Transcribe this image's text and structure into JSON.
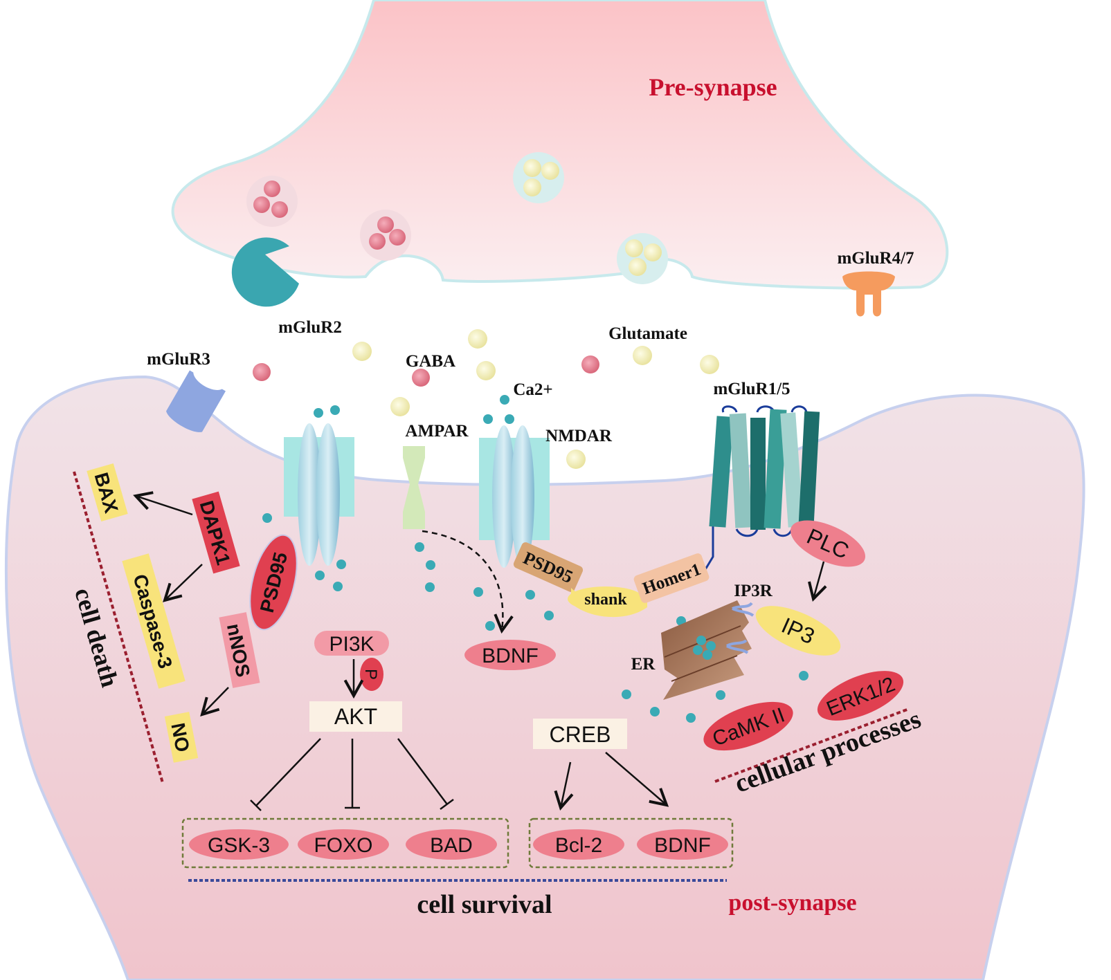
{
  "regions": {
    "pre": "Pre-synapse",
    "post": "post-synapse"
  },
  "receptors": {
    "mglur2": "mGluR2",
    "mglur3": "mGluR3",
    "mglur47": "mGluR4/7",
    "mglur15": "mGluR1/5",
    "ampar": "AMPAR",
    "nmdar": "NMDAR"
  },
  "ligands": {
    "gaba": "GABA",
    "glutamate": "Glutamate",
    "ca": "Ca2+"
  },
  "cell_death": {
    "group_label": "cell death",
    "bax": "BAX",
    "dapk1": "DAPK1",
    "caspase3": "Caspase-3",
    "psd95": "PSD95",
    "nnos": "nNOS",
    "no": "NO"
  },
  "scaffold": {
    "psd95": "PSD95",
    "shank": "shank",
    "homer1": "Homer1"
  },
  "pi3k_pathway": {
    "pi3k": "PI3K",
    "p": "P",
    "akt": "AKT",
    "bdnf": "BDNF"
  },
  "er_pathway": {
    "plc": "PLC",
    "ip3r": "IP3R",
    "ip3": "IP3",
    "er": "ER",
    "camk2": "CaMK II",
    "erk12": "ERK1/2",
    "group_label": "cellular processes"
  },
  "survival": {
    "creb": "CREB",
    "gsk3": "GSK-3",
    "foxo": "FOXO",
    "bad": "BAD",
    "bcl2": "Bcl-2",
    "bdnf": "BDNF",
    "group_label": "cell survival"
  },
  "colors": {
    "pre_synapse_fill": "#f9cfd2",
    "post_synapse_fill": "#efdbe1",
    "membrane": "#b9dde0",
    "red_label": "#c8102e",
    "pink_oval": "#ee7f8d",
    "red_box": "#e04050",
    "yellow_box": "#f8e37b",
    "cream_box": "#fbf1e4",
    "teal_dot": "#3aaab5",
    "glutamate_dot": "#f3efbf",
    "gaba_dot": "#e2798a"
  }
}
